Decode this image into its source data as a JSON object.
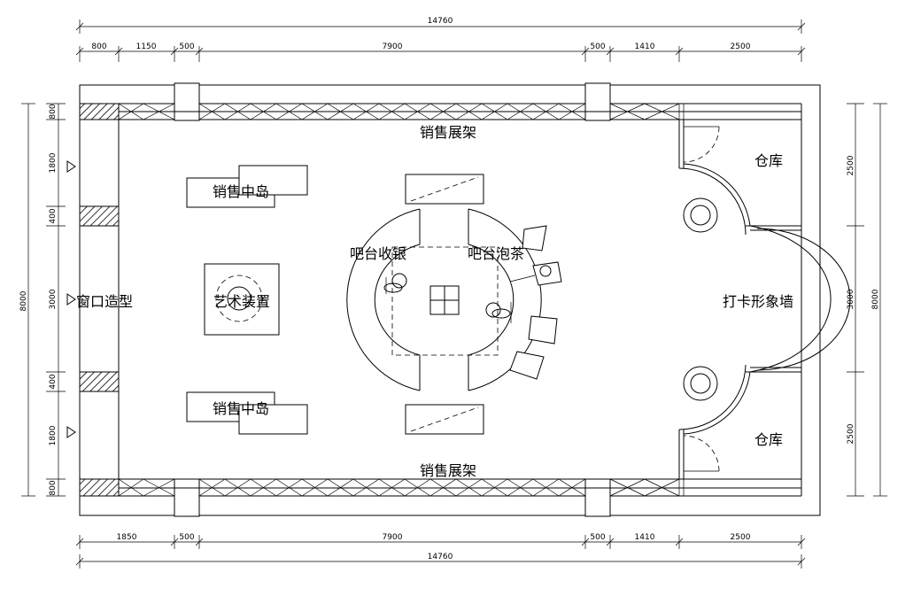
{
  "labels": {
    "shelf_top": "销售展架",
    "shelf_bottom": "销售展架",
    "island_top": "销售中岛",
    "island_bottom": "销售中岛",
    "art": "艺术装置",
    "window": "窗口造型",
    "cashier": "吧台收银",
    "tea": "吧台泡茶",
    "storage_top": "仓库",
    "storage_bottom": "仓库",
    "photo_wall": "打卡形象墙"
  },
  "dims": {
    "top_total": "14760",
    "top_segments": [
      "800",
      "1150",
      "500",
      "7900",
      "500",
      "1410",
      "2500"
    ],
    "bottom_total": "14760",
    "bottom_segments": [
      "1850",
      "500",
      "7900",
      "500",
      "1410",
      "2500"
    ],
    "left_total": "8000",
    "left_segments": [
      "800",
      "1800",
      "400",
      "3000",
      "400",
      "1800",
      "800"
    ],
    "right_total": "8000",
    "right_segments": [
      "2500",
      "3000",
      "2500"
    ]
  }
}
